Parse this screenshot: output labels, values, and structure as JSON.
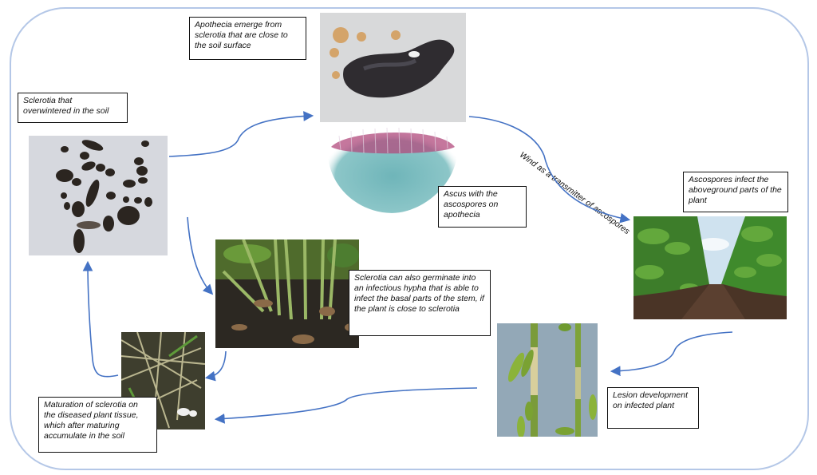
{
  "diagram": {
    "title_visible": false,
    "stages": {
      "sclerotia_soil": {
        "label": "Sclerotia that overwintered in the soil",
        "image": "sclerotia-photo"
      },
      "apothecia": {
        "label": "Apothecia emerge from sclerotia that are close to the soil surface",
        "image": "apothecia-photo"
      },
      "ascus": {
        "label": "Ascus with the ascospores on apothecia",
        "image": "ascus-micrograph"
      },
      "wind": {
        "label": "Wind as a transmitter of ascospores"
      },
      "infection": {
        "label": "Ascospores infect the aboveground parts of the plant",
        "image": "soybean-field-photo"
      },
      "lesion": {
        "label": "Lesion development on infected plant",
        "image": "stem-lesion-photo"
      },
      "hypha": {
        "label": "Sclerotia can also germinate into an infectious hypha that is able to infect the basal parts of the stem, if the plant is close to sclerotia",
        "image": "basal-stem-photo"
      },
      "maturation": {
        "label": "Maturation of sclerotia on the diseased plant tissue, which after maturing accumulate in the soil",
        "image": "diseased-tissue-photo"
      }
    },
    "colors": {
      "arrow": "#4472c4",
      "frame": "#b4c7e7",
      "label_border": "#111111"
    }
  }
}
